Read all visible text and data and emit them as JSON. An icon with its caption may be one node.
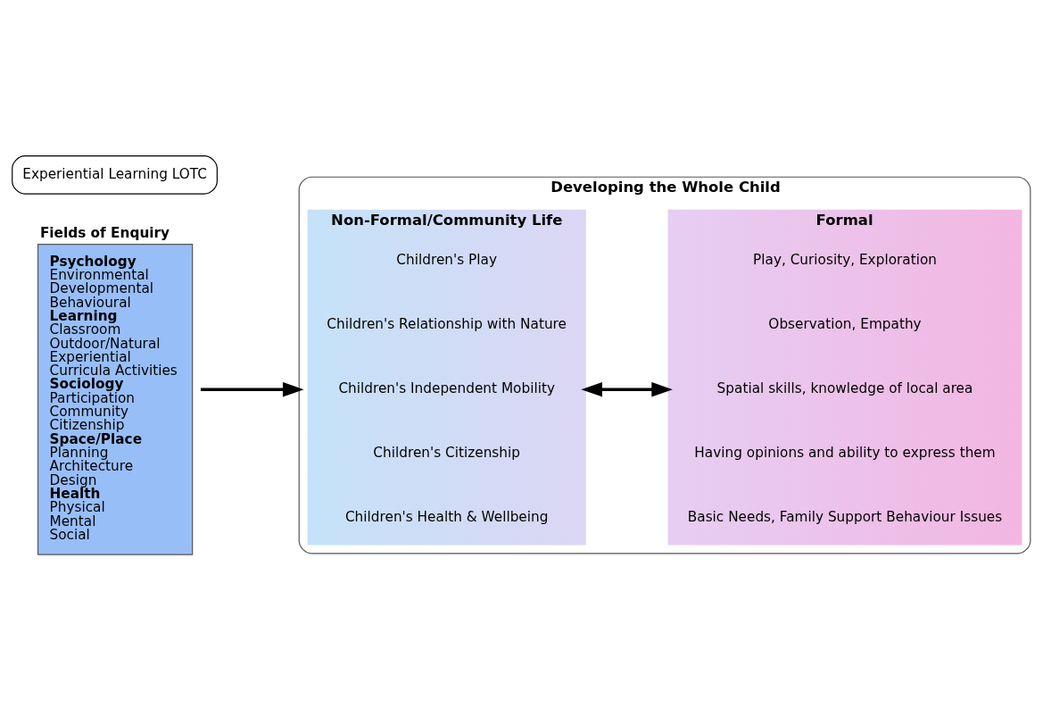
{
  "diagram": {
    "nodes": [
      {
        "text": [
          "Fields of Enquiry",
          "Psychology",
          "Environmental",
          "Developmental",
          "Behavioural",
          "Learning",
          "Classroom",
          "Outdoor/Natural",
          "Experiential",
          "Curricula Activities",
          "Sociology",
          "Participation",
          "Community",
          "Citizenship",
          "Space/Place",
          "Planning",
          "Architecture",
          "Design",
          "Health",
          "Physical",
          "Mental",
          "Social"
        ]
      },
      {
        "text": [
          "Developing the Whole Child"
        ]
      },
      {
        "text": [
          "Non-Formal/Community Life"
        ],
        "in": 1
      },
      {
        "text": [
          "Formal"
        ],
        "in": 1
      },
      {
        "text": [
          "Experiential Learning LOTC"
        ]
      },
      {
        "text": [
          "Children's Play"
        ],
        "in": 2
      },
      {
        "text": [
          "Play, Curiosity, Exploration"
        ],
        "in": 3
      },
      {
        "text": [
          "Children's Relationship with Nature"
        ],
        "in": 2
      },
      {
        "text": [
          "Observation, Empathy"
        ],
        "in": 3
      },
      {
        "text": [
          "Children's Independent Mobility"
        ],
        "in": 2
      },
      {
        "text": [
          "Spatial skills, knowledge of local area"
        ],
        "in": 3
      },
      {
        "text": [
          "Children's Citizenship"
        ],
        "in": 2
      },
      {
        "text": [
          "Having opinions and ability to express them"
        ],
        "in": 3
      },
      {
        "text": [
          "Children's Health & Wellbeing"
        ],
        "in": 2
      },
      {
        "text": [
          "Basic Needs, Family Support Behaviour Issues"
        ],
        "in": 3
      }
    ],
    "edges": [
      {
        "from": 0,
        "to": 1,
        "arrow": "to"
      },
      {
        "from": 2,
        "to": 3,
        "arrow": "both"
      }
    ]
  }
}
